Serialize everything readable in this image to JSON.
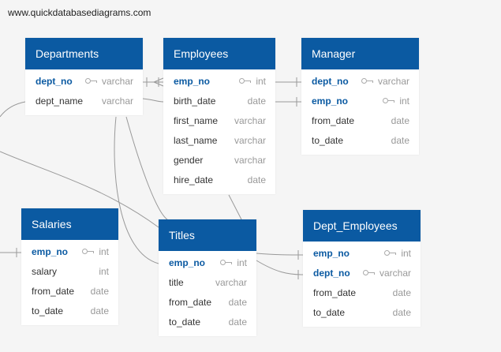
{
  "site_url": "www.quickdatabasediagrams.com",
  "colors": {
    "header": "#0b5aa2",
    "background": "#f5f5f5",
    "line": "#999999"
  },
  "icons": {
    "primary_key": "key-icon"
  },
  "tables": {
    "departments": {
      "title": "Departments",
      "fields": [
        {
          "name": "dept_no",
          "type": "varchar",
          "pk": true
        },
        {
          "name": "dept_name",
          "type": "varchar",
          "pk": false
        }
      ]
    },
    "employees": {
      "title": "Employees",
      "fields": [
        {
          "name": "emp_no",
          "type": "int",
          "pk": true
        },
        {
          "name": "birth_date",
          "type": "date",
          "pk": false
        },
        {
          "name": "first_name",
          "type": "varchar",
          "pk": false
        },
        {
          "name": "last_name",
          "type": "varchar",
          "pk": false
        },
        {
          "name": "gender",
          "type": "varchar",
          "pk": false
        },
        {
          "name": "hire_date",
          "type": "date",
          "pk": false
        }
      ]
    },
    "manager": {
      "title": "Manager",
      "fields": [
        {
          "name": "dept_no",
          "type": "varchar",
          "pk": true
        },
        {
          "name": "emp_no",
          "type": "int",
          "pk": true
        },
        {
          "name": "from_date",
          "type": "date",
          "pk": false
        },
        {
          "name": "to_date",
          "type": "date",
          "pk": false
        }
      ]
    },
    "salaries": {
      "title": "Salaries",
      "fields": [
        {
          "name": "emp_no",
          "type": "int",
          "pk": true
        },
        {
          "name": "salary",
          "type": "int",
          "pk": false
        },
        {
          "name": "from_date",
          "type": "date",
          "pk": false
        },
        {
          "name": "to_date",
          "type": "date",
          "pk": false
        }
      ]
    },
    "titles": {
      "title": "Titles",
      "fields": [
        {
          "name": "emp_no",
          "type": "int",
          "pk": true
        },
        {
          "name": "title",
          "type": "varchar",
          "pk": false
        },
        {
          "name": "from_date",
          "type": "date",
          "pk": false
        },
        {
          "name": "to_date",
          "type": "date",
          "pk": false
        }
      ]
    },
    "dept_employees": {
      "title": "Dept_Employees",
      "fields": [
        {
          "name": "emp_no",
          "type": "int",
          "pk": true
        },
        {
          "name": "dept_no",
          "type": "varchar",
          "pk": true
        },
        {
          "name": "from_date",
          "type": "date",
          "pk": false
        },
        {
          "name": "to_date",
          "type": "date",
          "pk": false
        }
      ]
    }
  }
}
